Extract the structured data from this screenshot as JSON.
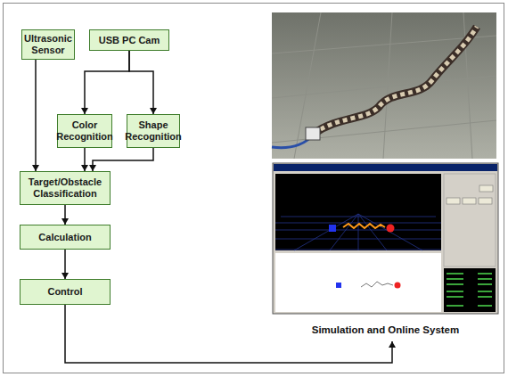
{
  "diagram": {
    "nodes": [
      {
        "text": [
          "Ultrasonic Sensor"
        ]
      },
      {
        "text": [
          "USB PC Cam"
        ]
      },
      {
        "text": [
          "Color Recognition"
        ]
      },
      {
        "text": [
          "Shape Recognition"
        ]
      },
      {
        "text": [
          "Target/Obstacle Classification"
        ]
      },
      {
        "text": [
          "Calculation"
        ]
      },
      {
        "text": [
          "Control"
        ]
      },
      {
        "text": [
          "Simulation and Online System"
        ]
      }
    ],
    "edges": [
      {
        "from": 0,
        "to": 4,
        "arrow": "to"
      },
      {
        "from": 1,
        "to": 2,
        "arrow": "to"
      },
      {
        "from": 1,
        "to": 3,
        "arrow": "to"
      },
      {
        "from": 2,
        "to": 4,
        "arrow": "to"
      },
      {
        "from": 3,
        "to": 4,
        "arrow": "to"
      },
      {
        "from": 4,
        "to": 5,
        "arrow": "to"
      },
      {
        "from": 5,
        "to": 6,
        "arrow": "to"
      },
      {
        "from": 6,
        "to": 7,
        "arrow": "to"
      }
    ]
  }
}
